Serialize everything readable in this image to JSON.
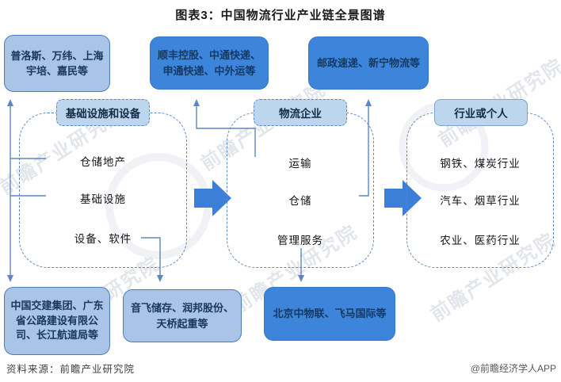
{
  "title": "图表3：中国物流行业产业链全景图谱",
  "top_boxes": [
    {
      "label": "普洛斯、万纬、上海宇培、嘉民等"
    },
    {
      "label": "顺丰控股、中通快递、申通快递、中外运等"
    },
    {
      "label": "邮政速递、新宁物流等"
    }
  ],
  "columns": [
    {
      "header": "基础设施和设备",
      "items": [
        "仓储地产",
        "基础设施",
        "设备、软件"
      ]
    },
    {
      "header": "物流企业",
      "items": [
        "运输",
        "仓储",
        "管理服务"
      ]
    },
    {
      "header": "行业或个人",
      "items": [
        "钢铁、煤炭行业",
        "汽车、烟草行业",
        "农业、医药行业"
      ]
    }
  ],
  "bottom_boxes": [
    {
      "label": "中国交建集团、广东省公路建设有限公司、长江航道局等"
    },
    {
      "label": "音飞储存、润邦股份、天桥起重等"
    },
    {
      "label": "北京中物联、飞马国际等"
    }
  ],
  "footer": {
    "source": "资料来源：前瞻产业研究院",
    "credit": "@前瞻经济学人APP"
  },
  "watermark": {
    "text": "前瞻产业研究院"
  },
  "colors": {
    "light_box_fill": "#a9c4e6",
    "light_box_border": "#4a7ebb",
    "strong_box_fill": "#3d85da",
    "header_fill": "#bcd6ee",
    "dashed_border": "#5b87c5",
    "block_arrow": "#3b7fd9",
    "box_text": "#17375e"
  }
}
